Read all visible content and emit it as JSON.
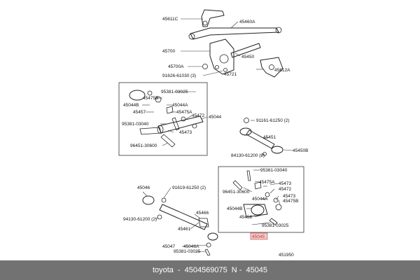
{
  "footer": {
    "brand": "toyota",
    "sep1": "-",
    "part_number": "4504569075",
    "sep2": "N -",
    "ref": "45045"
  },
  "labels": {
    "p45611C": "45611C",
    "p45460A": "45460A",
    "p45700": "45700",
    "p45450": "45450",
    "p45700A": "45700A",
    "p45721": "45721",
    "p45612A": "45612A",
    "p91626": "91626-61030 (3)",
    "p95381a": "95381-03025",
    "p45475B": "45475B",
    "p45044A": "45044A",
    "p45044B": "45044B",
    "p45457": "45457",
    "p45475A": "45475A",
    "p45472": "45472",
    "p45044": "45044",
    "p95381b": "95381-03040",
    "p45473": "45473",
    "p96451": "96451-30600",
    "p91161": "91161-61250 (2)",
    "p45451": "45451",
    "p84130a": "84130-61200 (2)",
    "p45450B": "45450B",
    "p95381c": "95381-03040",
    "p45475A2": "45475A",
    "p45473b": "45473",
    "p45472b": "45472",
    "p96451b": "96451-30600",
    "p45473c": "45473",
    "p45475B2": "45475B",
    "p45044A2": "45044A",
    "p45044B2": "45044B",
    "p45458": "45458",
    "p95381d": "95381-03025",
    "p45046": "45046",
    "p91619": "91619-61250 (2)",
    "p45466": "45466",
    "p94130": "94130-61200 (2)",
    "p45461": "45461",
    "p45047": "45047",
    "p45046A": "45046A",
    "p95381e": "95381-03025",
    "p45045": "45045",
    "p451950": "451950"
  }
}
